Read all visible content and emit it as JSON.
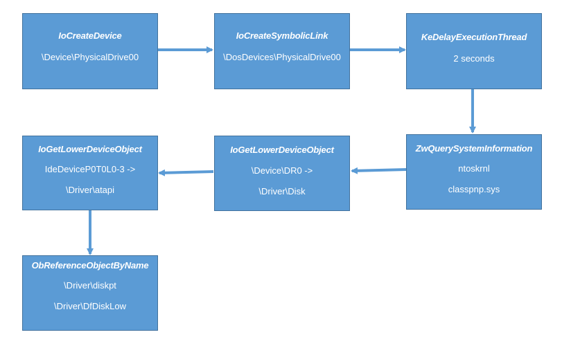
{
  "nodes": [
    {
      "id": "n1",
      "title": "IoCreateDevice",
      "lines": [
        "\\Device\\PhysicalDrive00"
      ]
    },
    {
      "id": "n2",
      "title": "IoCreateSymbolicLink",
      "lines": [
        "\\DosDevices\\PhysicalDrive00"
      ]
    },
    {
      "id": "n3",
      "title": "KeDelayExecutionThread",
      "lines": [
        "2 seconds"
      ]
    },
    {
      "id": "n4",
      "title": "ZwQuerySystemInformation",
      "lines": [
        "ntoskrnl",
        "classpnp.sys"
      ]
    },
    {
      "id": "n5",
      "title": "IoGetLowerDeviceObject",
      "lines": [
        "\\Device\\DR0 ->",
        "\\Driver\\Disk"
      ]
    },
    {
      "id": "n6",
      "title": "IoGetLowerDeviceObject",
      "lines": [
        "IdeDeviceP0T0L0-3 ->",
        "\\Driver\\atapi"
      ]
    },
    {
      "id": "n7",
      "title": "ObReferenceObjectByName",
      "lines": [
        "\\Driver\\diskpt",
        "\\Driver\\DfDiskLow"
      ]
    }
  ],
  "colors": {
    "box_fill": "#5b9bd5",
    "box_border": "#41719c",
    "arrow": "#5b9bd5",
    "text": "#ffffff"
  }
}
